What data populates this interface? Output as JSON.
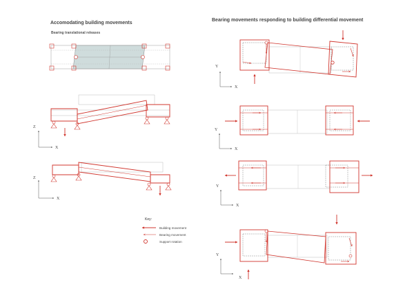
{
  "left": {
    "title": "Accomodating building movements",
    "subtitle": "Bearing translational releases"
  },
  "right": {
    "title": "Bearing movements responding to building differential movement"
  },
  "axes": {
    "x": "X",
    "y": "Y",
    "z": "Z"
  },
  "key": {
    "title": "Key:",
    "items": [
      {
        "icon": "building-movement-arrow-icon",
        "label": "Building movement"
      },
      {
        "icon": "bearing-movement-arrow-icon",
        "label": "Bearing movement"
      },
      {
        "icon": "support-rotation-circle-icon",
        "label": "Support rotation"
      }
    ]
  },
  "colors": {
    "accent": "#d0342c",
    "line": "#8a8a8a",
    "fill": "#cfdcdc"
  }
}
